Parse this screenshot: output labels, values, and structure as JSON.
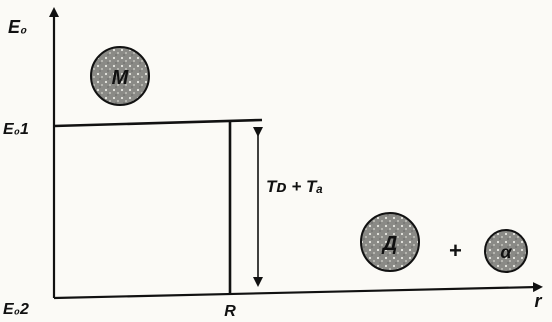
{
  "axes": {
    "y_label": "E₀",
    "x_label": "r"
  },
  "levels": {
    "upper": "E₀1",
    "lower": "E₀2"
  },
  "marker": "R",
  "gap_label": "Tᴅ + Tₐ",
  "particles": {
    "parent": "M",
    "daughter": "Д",
    "plus": "+",
    "alpha": "α"
  },
  "colors": {
    "ink": "#111111",
    "particle_fill": "#8a8a86",
    "paper": "#fbfaf6"
  }
}
